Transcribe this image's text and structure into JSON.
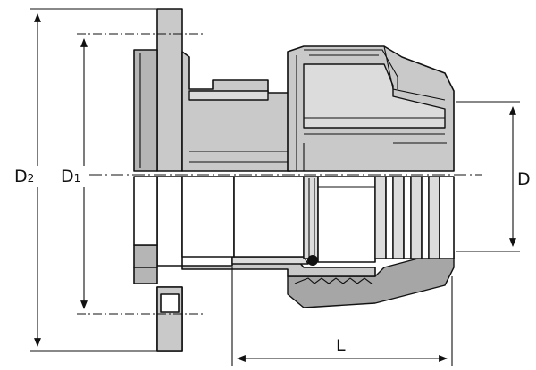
{
  "dimensions": {
    "d2": {
      "main": "D",
      "sub": "2"
    },
    "d1": {
      "main": "D",
      "sub": "1"
    },
    "d": {
      "main": "D"
    },
    "l": {
      "main": "L"
    }
  }
}
